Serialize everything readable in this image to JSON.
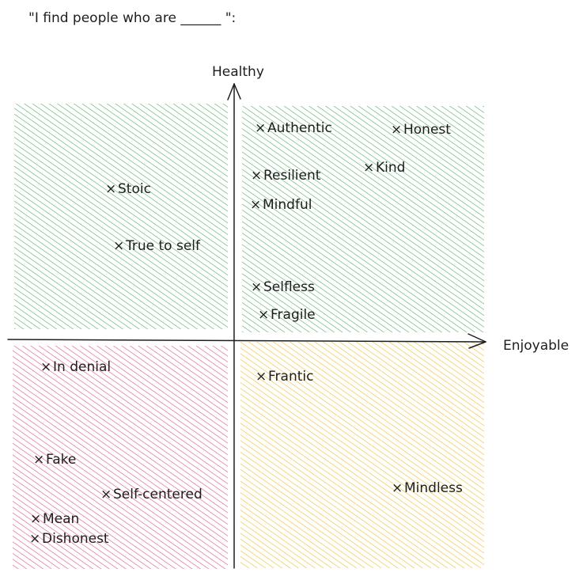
{
  "title": "\"I find people who are ______ \":",
  "axes": {
    "y_label": "Healthy",
    "x_label": "Enjoyable"
  },
  "colors": {
    "green": "#2f9e44",
    "red": "#e03170",
    "yellow": "#f0b000",
    "ink": "#1e1e1e"
  },
  "quadrants": [
    {
      "name": "top-left",
      "color": "green"
    },
    {
      "name": "top-right",
      "color": "green"
    },
    {
      "name": "bottom-left",
      "color": "red"
    },
    {
      "name": "bottom-right",
      "color": "yellow"
    }
  ],
  "items": [
    {
      "label": "Authentic"
    },
    {
      "label": "Honest"
    },
    {
      "label": "Kind"
    },
    {
      "label": "Resilient"
    },
    {
      "label": "Mindful"
    },
    {
      "label": "Stoic"
    },
    {
      "label": "True to self"
    },
    {
      "label": "Selfless"
    },
    {
      "label": "Fragile"
    },
    {
      "label": "In denial"
    },
    {
      "label": "Frantic"
    },
    {
      "label": "Fake"
    },
    {
      "label": "Self-centered"
    },
    {
      "label": "Mindless"
    },
    {
      "label": "Mean"
    },
    {
      "label": "Dishonest"
    }
  ]
}
